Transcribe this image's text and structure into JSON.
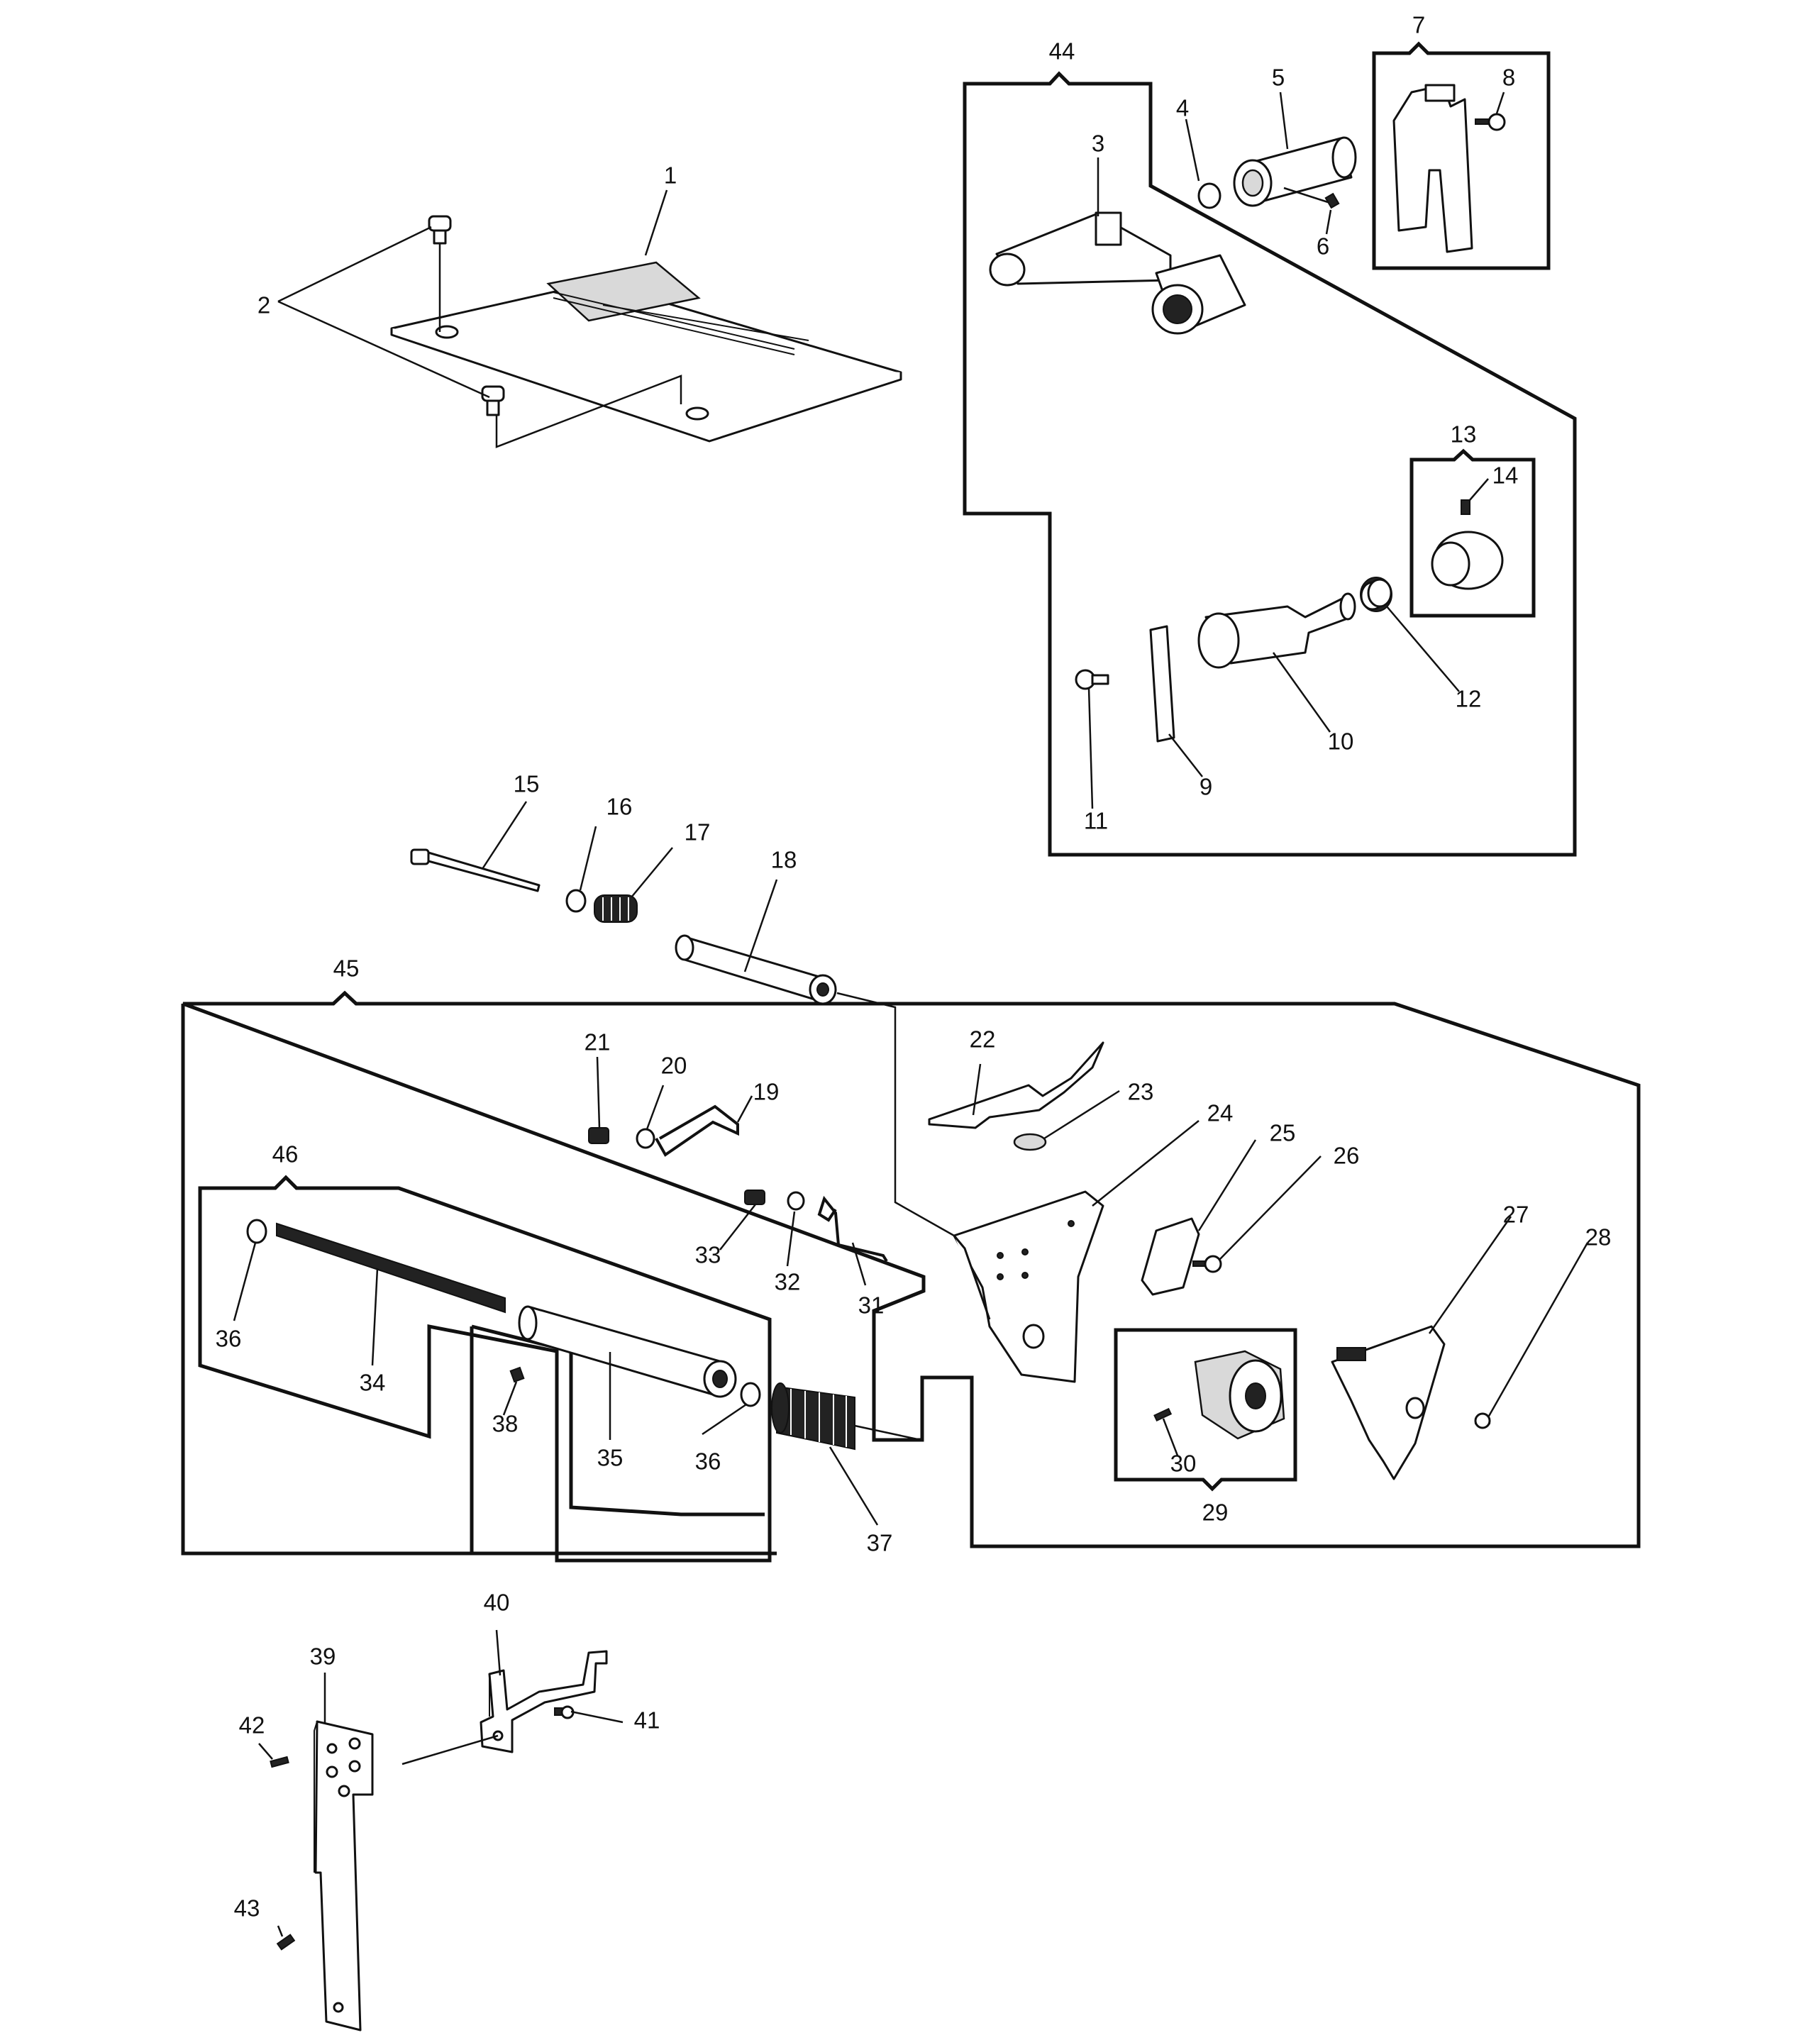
{
  "parts": [
    {
      "id": "p1",
      "number": "1"
    },
    {
      "id": "p2",
      "number": "2"
    },
    {
      "id": "p3",
      "number": "3"
    },
    {
      "id": "p4",
      "number": "4"
    },
    {
      "id": "p5",
      "number": "5"
    },
    {
      "id": "p6",
      "number": "6"
    },
    {
      "id": "p7",
      "number": "7"
    },
    {
      "id": "p8",
      "number": "8"
    },
    {
      "id": "p9",
      "number": "9"
    },
    {
      "id": "p10",
      "number": "10"
    },
    {
      "id": "p11",
      "number": "11"
    },
    {
      "id": "p12",
      "number": "12"
    },
    {
      "id": "p13",
      "number": "13"
    },
    {
      "id": "p14",
      "number": "14"
    },
    {
      "id": "p15",
      "number": "15"
    },
    {
      "id": "p16",
      "number": "16"
    },
    {
      "id": "p17",
      "number": "17"
    },
    {
      "id": "p18",
      "number": "18"
    },
    {
      "id": "p19",
      "number": "19"
    },
    {
      "id": "p20",
      "number": "20"
    },
    {
      "id": "p21",
      "number": "21"
    },
    {
      "id": "p22",
      "number": "22"
    },
    {
      "id": "p23",
      "number": "23"
    },
    {
      "id": "p24",
      "number": "24"
    },
    {
      "id": "p25",
      "number": "25"
    },
    {
      "id": "p26",
      "number": "26"
    },
    {
      "id": "p27",
      "number": "27"
    },
    {
      "id": "p28",
      "number": "28"
    },
    {
      "id": "p29",
      "number": "29"
    },
    {
      "id": "p30",
      "number": "30"
    },
    {
      "id": "p31",
      "number": "31"
    },
    {
      "id": "p32",
      "number": "32"
    },
    {
      "id": "p33",
      "number": "33"
    },
    {
      "id": "p34",
      "number": "34"
    },
    {
      "id": "p35",
      "number": "35"
    },
    {
      "id": "p36a",
      "number": "36"
    },
    {
      "id": "p36b",
      "number": "36"
    },
    {
      "id": "p37",
      "number": "37"
    },
    {
      "id": "p38",
      "number": "38"
    },
    {
      "id": "p39",
      "number": "39"
    },
    {
      "id": "p40",
      "number": "40"
    },
    {
      "id": "p41",
      "number": "41"
    },
    {
      "id": "p42",
      "number": "42"
    },
    {
      "id": "p43",
      "number": "43"
    },
    {
      "id": "p44",
      "number": "44"
    },
    {
      "id": "p45",
      "number": "45"
    },
    {
      "id": "p46",
      "number": "46"
    }
  ]
}
